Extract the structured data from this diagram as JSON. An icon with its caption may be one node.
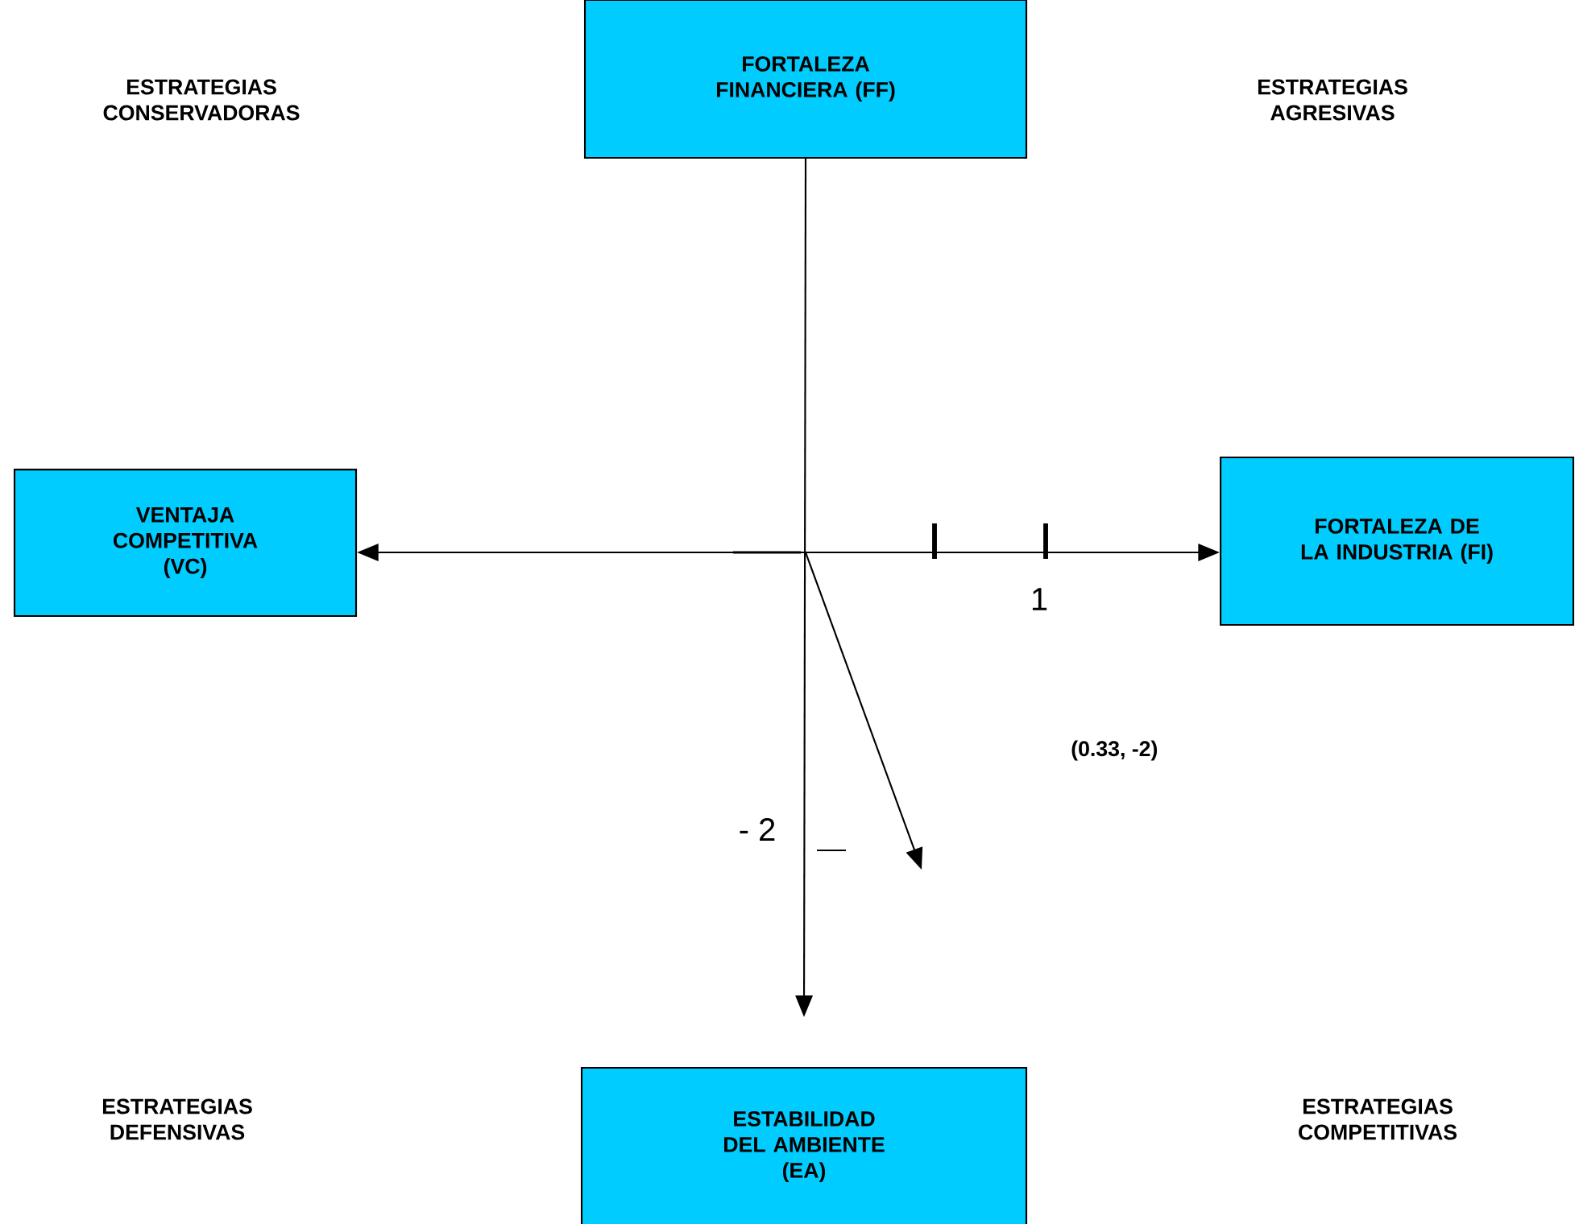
{
  "diagram": {
    "nodes": [
      {
        "text": [
          "FORTALEZA FINANCIERA (FF)"
        ]
      },
      {
        "text": [
          "VENTAJA COMPETITIVA (VC)"
        ]
      },
      {
        "text": [
          "FORTALEZA DE LA INDUSTRIA (FI)"
        ]
      },
      {
        "text": [
          "ESTABILIDAD DEL AMBIENTE (EA)"
        ]
      }
    ],
    "edges": [
      {
        "from": 0,
        "to": 3,
        "arrow": "to"
      },
      {
        "from": 1,
        "to": 2,
        "arrow": "both"
      }
    ],
    "labels": [
      "ESTRATEGIAS CONSERVADORAS",
      "ESTRATEGIAS AGRESIVAS",
      "1",
      "(0.33, -2)",
      "- 2",
      "ESTRATEGIAS DEFENSIVAS",
      "ESTRATEGIAS COMPETITIVAS"
    ]
  }
}
